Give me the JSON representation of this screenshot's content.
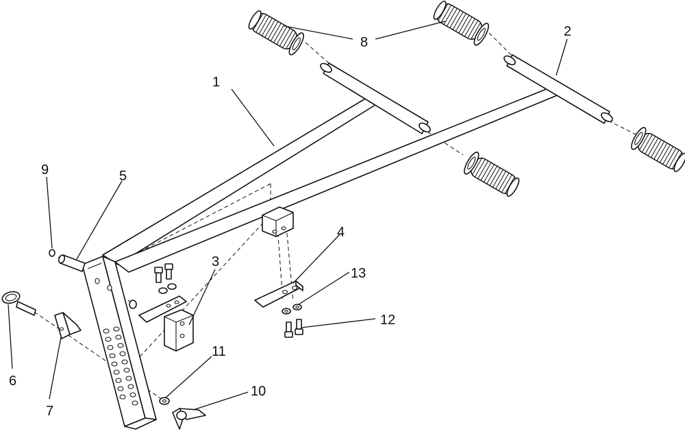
{
  "callouts": [
    "1",
    "2",
    "3",
    "4",
    "5",
    "6",
    "7",
    "8",
    "9",
    "10",
    "11",
    "12",
    "13"
  ],
  "colors": {
    "line": "#111111",
    "background": "#ffffff"
  }
}
